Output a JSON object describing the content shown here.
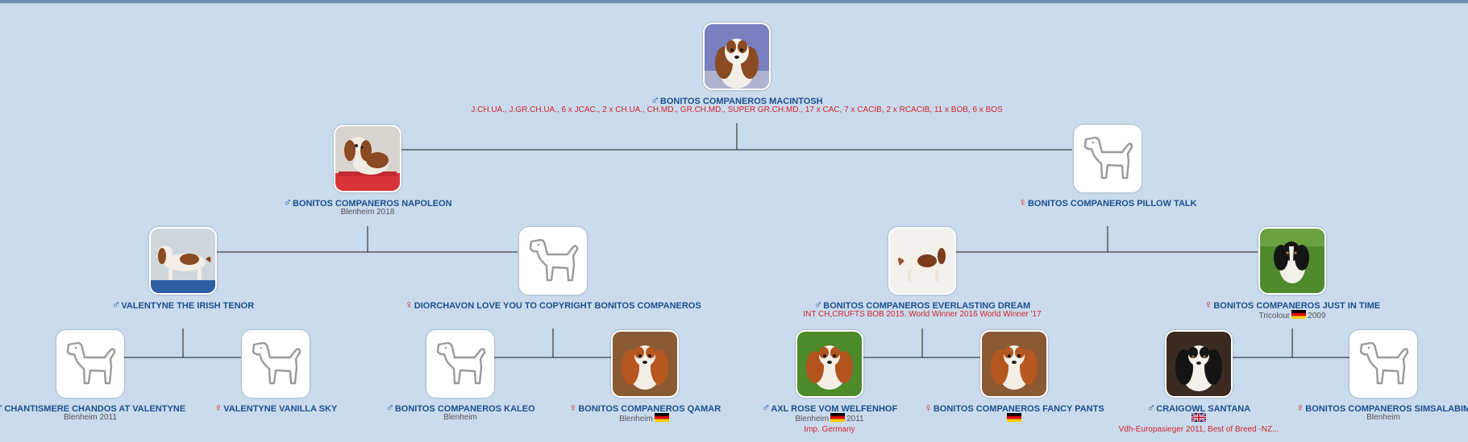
{
  "colors": {
    "background": "#c9dbec",
    "name": "#1d4f8e",
    "female": "#d3232c",
    "info": "#555555"
  },
  "symbols": {
    "male": "♂",
    "female": "♀"
  },
  "dogs": {
    "root": {
      "sex": "male",
      "photo": "cavalier-blenheim-photo",
      "name": "BONITOS COMPANEROS MACINTOSH",
      "titles": "J.CH.UA., J.GR.CH.UA., 6 x JCAC., 2 x CH.UA., CH.MD., GR.CH.MD., SUPER GR.CH.MD., 17 x CAC, 7 x CACIB, 2 x RCACIB, 11 x BOB, 6 x BOS"
    },
    "sire": {
      "sex": "male",
      "photo": "cavalier-blenheim-photo",
      "name": "BONITOS COMPANEROS NAPOLEON",
      "info": "Blenheim 2018"
    },
    "dam": {
      "sex": "female",
      "photo": "dog-placeholder-icon",
      "name": "BONITOS COMPANEROS PILLOW TALK"
    },
    "ss": {
      "sex": "male",
      "photo": "cavalier-blenheim-photo",
      "name": "VALENTYNE THE IRISH TENOR"
    },
    "sd": {
      "sex": "female",
      "photo": "dog-placeholder-icon",
      "name": "DIORCHAVON LOVE YOU TO COPYRIGHT BONITOS COMPANEROS"
    },
    "ds": {
      "sex": "male",
      "photo": "cavalier-blenheim-photo",
      "name": "BONITOS COMPANEROS EVERLASTING DREAM",
      "titles": "INT CH,CRUFTS BOB 2015. World Winner 2016 World Winner '17"
    },
    "dd": {
      "sex": "female",
      "photo": "cavalier-tricolour-photo",
      "name": "BONITOS COMPANEROS JUST IN TIME",
      "info_pre": "Tricolour",
      "info_flag": "germany-flag-icon",
      "info_post": "2009"
    },
    "sss": {
      "sex": "male",
      "photo": "dog-placeholder-icon",
      "name": "CHANTISMERE CHANDOS AT VALENTYNE",
      "info": "Blenheim 2011"
    },
    "ssd": {
      "sex": "female",
      "photo": "dog-placeholder-icon",
      "name": "VALENTYNE VANILLA SKY"
    },
    "sds": {
      "sex": "male",
      "photo": "dog-placeholder-icon",
      "name": "BONITOS COMPANEROS KALEO",
      "info": "Blenheim"
    },
    "sdd": {
      "sex": "female",
      "photo": "cavalier-blenheim-photo",
      "name": "BONITOS COMPANEROS QAMAR",
      "info_pre": "Blenheim",
      "info_flag": "germany-flag-icon",
      "info_post": ""
    },
    "dss": {
      "sex": "male",
      "photo": "cavalier-blenheim-photo",
      "name": "AXL ROSE VOM WELFENHOF",
      "info_pre": "Blenheim",
      "info_flag": "germany-flag-icon",
      "info_post": "2011",
      "titles2": "Imp. Germany"
    },
    "dsd": {
      "sex": "female",
      "photo": "cavalier-blenheim-photo",
      "name": "BONITOS COMPANEROS FANCY PANTS",
      "info_pre": "",
      "info_flag": "germany-flag-icon",
      "info_post": ""
    },
    "dds": {
      "sex": "male",
      "photo": "cavalier-tricolour-photo",
      "name": "CRAIGOWL SANTANA",
      "info_pre": "",
      "info_flag": "uk-flag-icon",
      "info_post": "",
      "titles2": "Vdh-Europasieger 2011, Best of Breed -NZ..."
    },
    "ddd": {
      "sex": "female",
      "photo": "dog-placeholder-icon",
      "name": "BONITOS COMPANEROS SIMSALABIM",
      "info": "Blenheim"
    }
  }
}
